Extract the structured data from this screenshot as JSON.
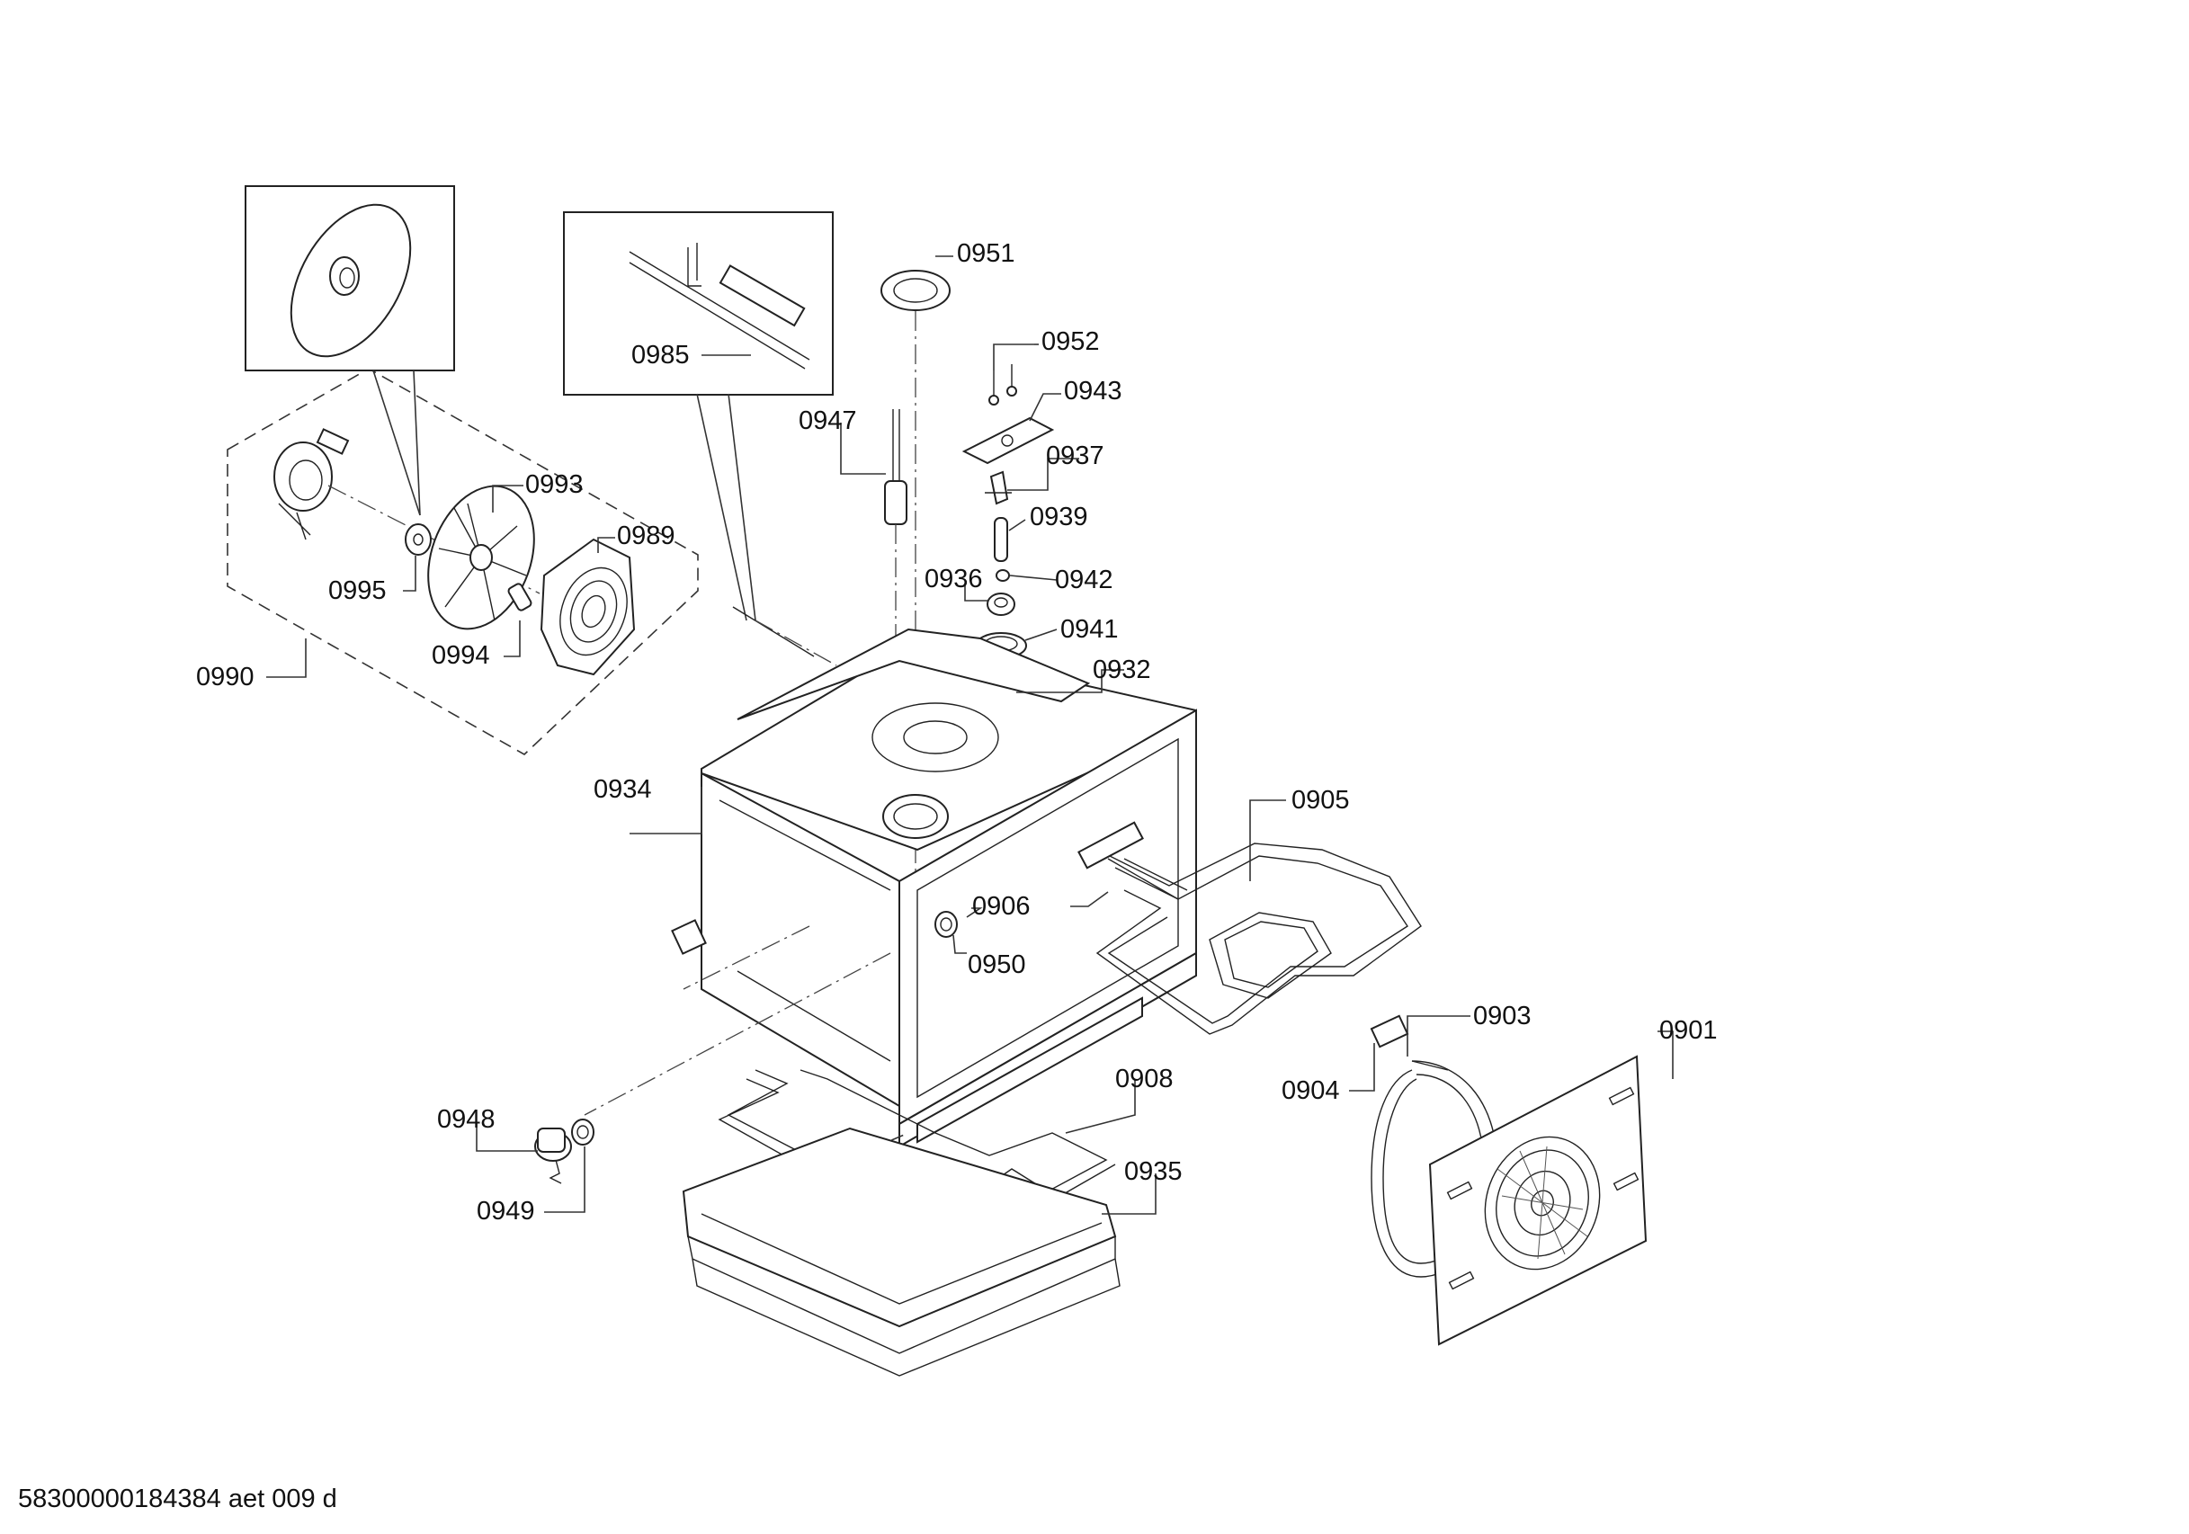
{
  "diagram": {
    "part_labels": {
      "p0951": "0951",
      "p0952": "0952",
      "p0943": "0943",
      "p0947": "0947",
      "p0937": "0937",
      "p0939": "0939",
      "p0936": "0936",
      "p0942": "0942",
      "p0941": "0941",
      "p0932": "0932",
      "p0985": "0985",
      "p0993": "0993",
      "p0989": "0989",
      "p0995": "0995",
      "p0994": "0994",
      "p0990": "0990",
      "p0934": "0934",
      "p0905": "0905",
      "p0906": "0906",
      "p0950": "0950",
      "p0903": "0903",
      "p0901": "0901",
      "p0904": "0904",
      "p0908": "0908",
      "p0948": "0948",
      "p0935": "0935",
      "p0949": "0949"
    },
    "footer_code": "58300000184384 aet 009 d"
  }
}
